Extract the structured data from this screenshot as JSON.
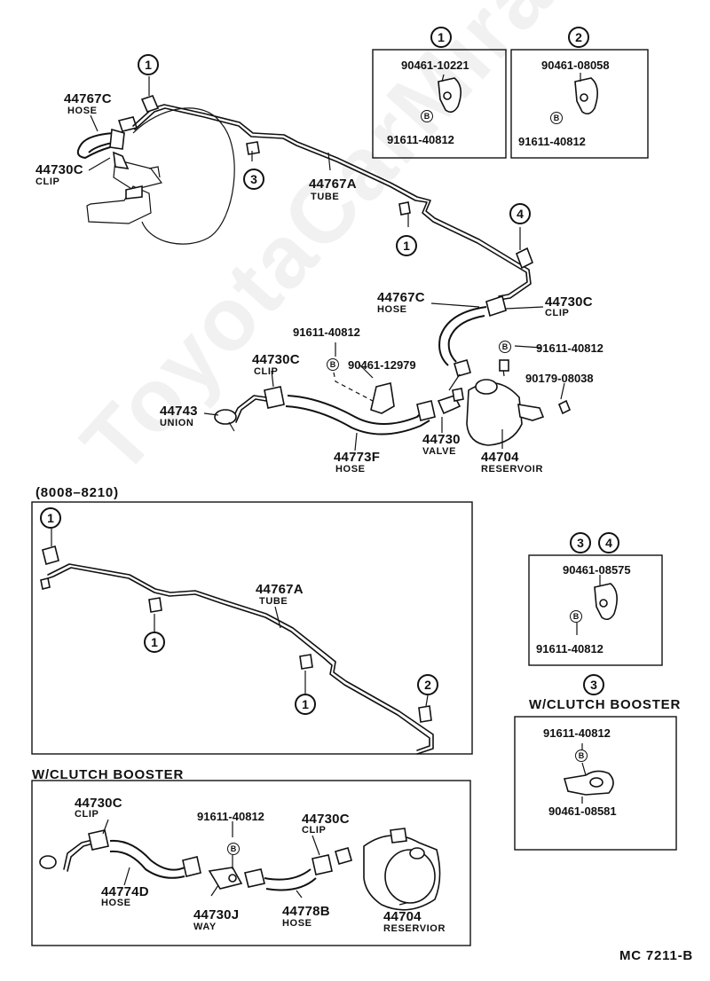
{
  "watermark": "ToyotaCarMira.ru",
  "section_top": {
    "tube": {
      "number": "44767A",
      "name": "TUBE"
    },
    "hose_left": {
      "number": "44767C",
      "name": "HOSE"
    },
    "clip_left": {
      "number": "44730C",
      "name": "CLIP"
    },
    "hose_right": {
      "number": "44767C",
      "name": "HOSE"
    },
    "clip_right": {
      "number": "44730C",
      "name": "CLIP"
    },
    "bolt_mid": "91611-40812",
    "clamp_mid": "90461-12979",
    "bolt_right": "91611-40812",
    "nut_right": "90179-08038",
    "clip_lower": {
      "number": "44730C",
      "name": "CLIP"
    },
    "union": {
      "number": "44743",
      "name": "UNION"
    },
    "hose_lower": {
      "number": "44773F",
      "name": "HOSE"
    },
    "valve": {
      "number": "44730",
      "name": "VALVE"
    },
    "reservoir": {
      "number": "44704",
      "name": "RESERVOIR"
    }
  },
  "detail_1": {
    "callout": "1",
    "clamp": "90461-10221",
    "bolt": "91611-40812",
    "bolt_symbol": "B"
  },
  "detail_2": {
    "callout": "2",
    "clamp": "90461-08058",
    "bolt": "91611-40812",
    "bolt_symbol": "B"
  },
  "detail_34": {
    "callout_a": "3",
    "callout_b": "4",
    "clamp": "90461-08575",
    "bolt": "91611-40812",
    "bolt_symbol": "B"
  },
  "detail_3b": {
    "callout": "3",
    "title": "W/CLUTCH BOOSTER",
    "bolt": "91611-40812",
    "clamp": "90461-08581",
    "bolt_symbol": "B"
  },
  "callouts_top": [
    "1",
    "3",
    "1",
    "4"
  ],
  "section_mid": {
    "date_range": "(8008–8210)",
    "tube": {
      "number": "44767A",
      "name": "TUBE"
    },
    "callouts": [
      "1",
      "1",
      "1",
      "2"
    ]
  },
  "section_bottom": {
    "title": "W/CLUTCH BOOSTER",
    "clip_left": {
      "number": "44730C",
      "name": "CLIP"
    },
    "hose_left": {
      "number": "44774D",
      "name": "HOSE"
    },
    "bolt": "91611-40812",
    "way": {
      "number": "44730J",
      "name": "WAY"
    },
    "clip_right": {
      "number": "44730C",
      "name": "CLIP"
    },
    "hose_right": {
      "number": "44778B",
      "name": "HOSE"
    },
    "reservoir": {
      "number": "44704",
      "name": "RESERVIOR"
    }
  },
  "figure_code": "MC 7211-B"
}
